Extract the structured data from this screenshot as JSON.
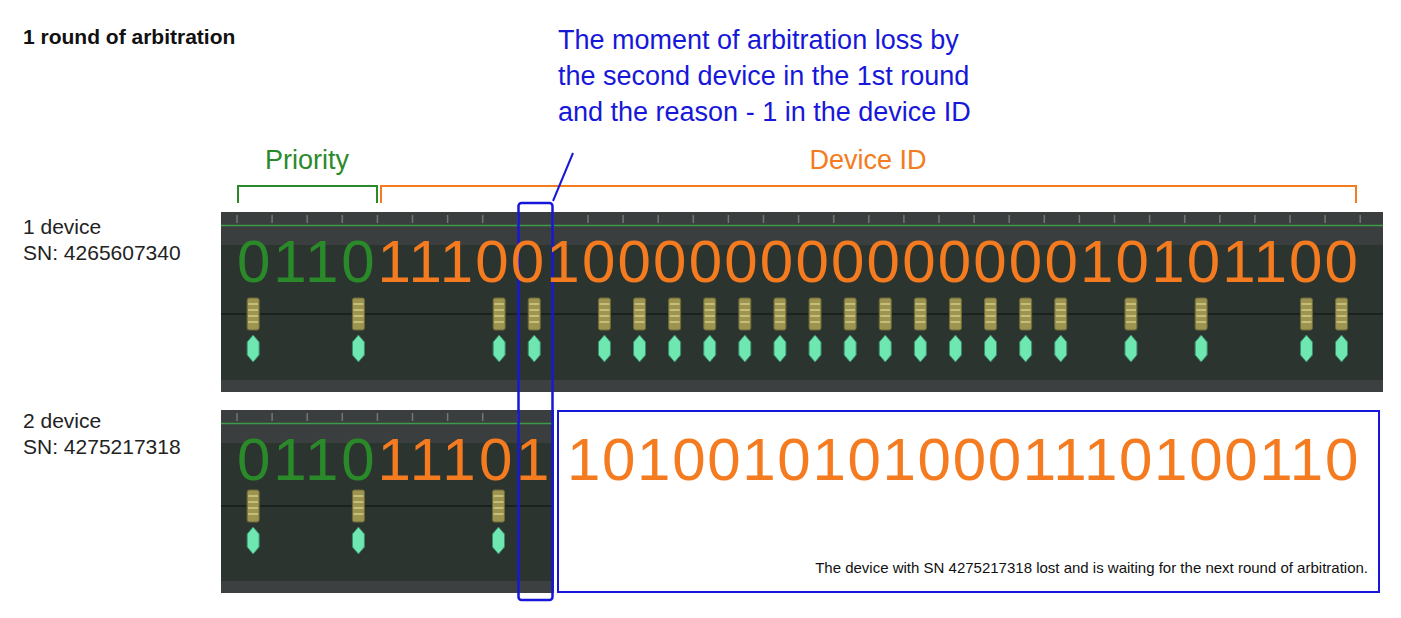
{
  "diagram": {
    "title": "1 round of arbitration",
    "nodes": [
      {
        "text": [
          "1 device",
          "SN: 4265607340",
          "0110",
          "1110010000000000000010101100"
        ]
      },
      {
        "text": [
          "2 device",
          "SN: 4275217318",
          "0110",
          "11101"
        ]
      },
      {
        "text": [
          "10100101010001110100110",
          "The device with SN 4275217318 lost and is waiting for the next round of arbitration."
        ]
      }
    ],
    "labels": [
      "The moment of arbitration loss by the second device in the 1st round and the reason - 1 in the device ID",
      "Priority",
      "Device ID"
    ]
  }
}
